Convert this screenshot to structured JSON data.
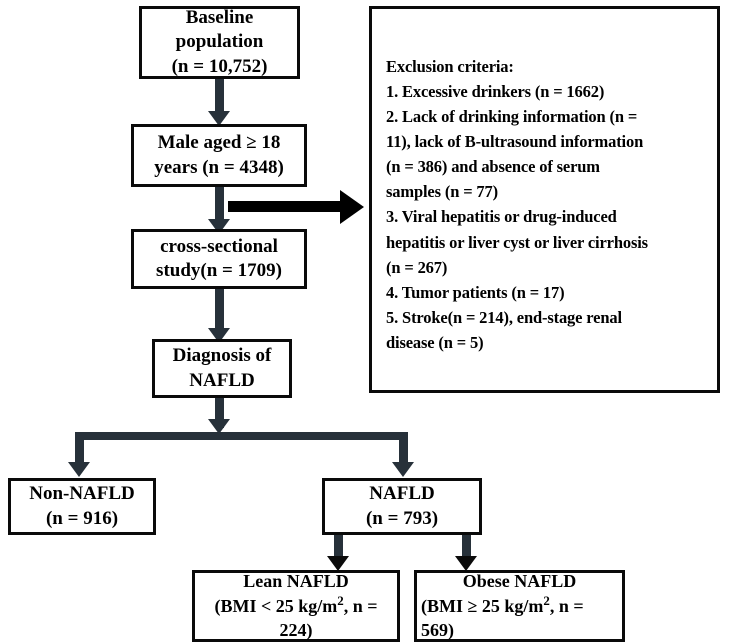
{
  "diagram": {
    "title": "Study population flow diagram",
    "colors": {
      "box_border": "#0a0a0a",
      "connector": "#27313a",
      "arrow_black": "#000000",
      "background": "#ffffff"
    },
    "boxes": {
      "baseline": {
        "name": "Baseline population",
        "line1": "Baseline",
        "line2": "population",
        "line3": "(n = 10,752)"
      },
      "male_aged": {
        "name": "Male aged ≥ 18 years",
        "line1": "Male aged  ≥ 18",
        "line2": "years  (n = 4348)"
      },
      "cross_sectional": {
        "name": "cross-sectional study",
        "line1": "cross-sectional",
        "line2": "study(n = 1709)"
      },
      "diagnosis": {
        "name": "Diagnosis of NAFLD",
        "line1": "Diagnosis of",
        "line2": "NAFLD"
      },
      "non_nafld": {
        "name": "Non-NAFLD",
        "line1": "Non-NAFLD",
        "line2": "(n = 916)"
      },
      "nafld": {
        "name": "NAFLD",
        "line1": "NAFLD",
        "line2": "(n = 793)"
      },
      "lean_nafld": {
        "name": "Lean NAFLD",
        "line1": "Lean NAFLD",
        "line2_pre": "(BMI < 25 kg/m",
        "line2_sup": "2",
        "line2_post": ", n =",
        "line3": "224)"
      },
      "obese_nafld": {
        "name": "Obese NAFLD",
        "line1": "Obese  NAFLD",
        "line2_pre": "(BMI ≥ 25 kg/m",
        "line2_sup": "2",
        "line2_post": ", n =",
        "line3": "569)"
      }
    },
    "exclusion": {
      "heading": "Exclusion criteria:",
      "lines": [
        "1. Excessive drinkers (n = 1662)",
        "2. Lack of drinking information (n =",
        "11), lack of B-ultrasound information",
        "(n = 386) and absence of serum",
        "samples (n = 77)",
        "3. Viral hepatitis or drug-induced",
        "hepatitis or liver cyst or liver cirrhosis",
        "(n = 267)",
        "4. Tumor patients (n = 17)",
        "5. Stroke(n = 214), end-stage renal",
        "disease (n = 5)"
      ]
    }
  }
}
